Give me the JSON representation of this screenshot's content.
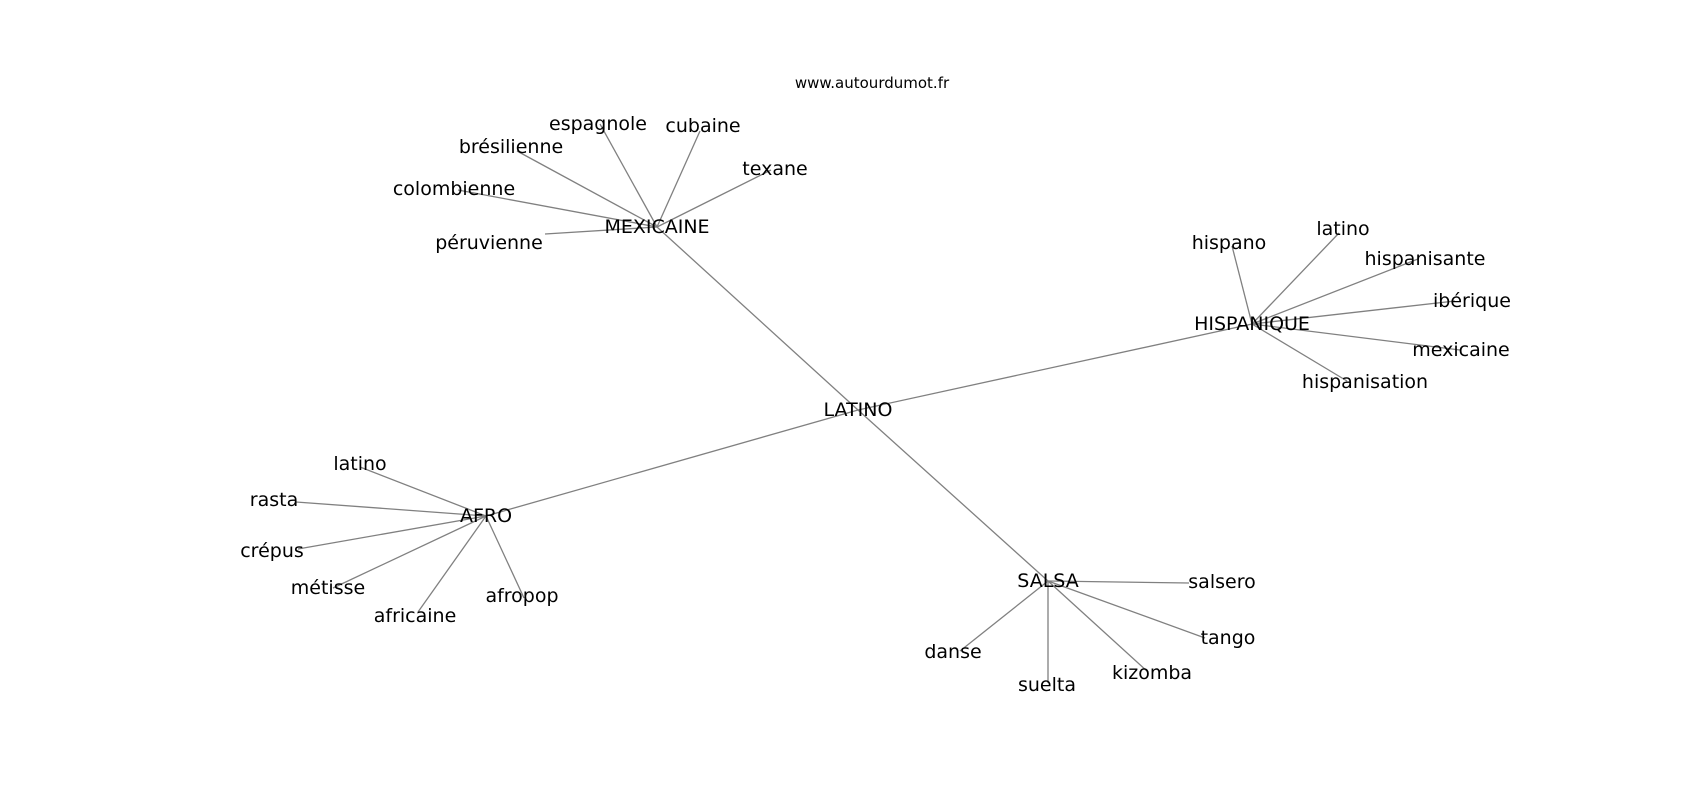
{
  "watermark": "www.autourdumot.fr",
  "edge_color": "#808080",
  "text_color": "#000000",
  "graph": {
    "center": "LATINO",
    "hubs": [
      {
        "label": "MEXICAINE",
        "leaves": [
          "espagnole",
          "cubaine",
          "brésilienne",
          "texane",
          "colombienne",
          "péruvienne"
        ]
      },
      {
        "label": "HISPANIQUE",
        "leaves": [
          "hispano",
          "latino",
          "hispanisante",
          "ibérique",
          "mexicaine",
          "hispanisation"
        ]
      },
      {
        "label": "AFRO",
        "leaves": [
          "latino",
          "rasta",
          "crépus",
          "métisse",
          "africaine",
          "afropop"
        ]
      },
      {
        "label": "SALSA",
        "leaves": [
          "salsero",
          "tango",
          "kizomba",
          "suelta",
          "danse"
        ]
      }
    ]
  }
}
